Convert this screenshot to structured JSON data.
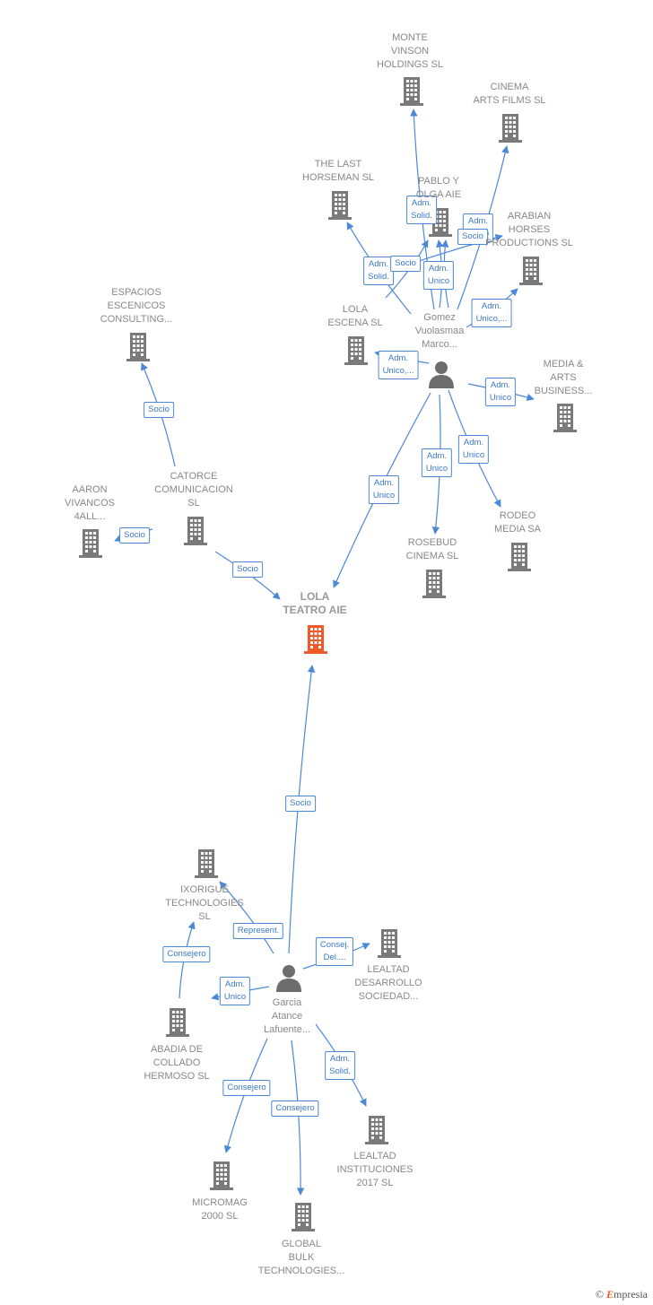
{
  "colors": {
    "edge": "#4a88d8",
    "building": "#7a7a7a",
    "main_building": "#f05a28",
    "person": "#6d6d6d",
    "label": "#888888"
  },
  "nodes": [
    {
      "id": "lola_teatro",
      "type": "company-main",
      "lines": [
        "LOLA",
        "TEATRO AIE"
      ]
    },
    {
      "id": "monte_vinson",
      "type": "company",
      "lines": [
        "MONTE",
        "VINSON",
        "HOLDINGS SL"
      ]
    },
    {
      "id": "cinema_arts",
      "type": "company",
      "lines": [
        "CINEMA",
        "ARTS FILMS SL"
      ]
    },
    {
      "id": "the_last_horseman",
      "type": "company",
      "lines": [
        "THE LAST",
        "HORSEMAN SL"
      ]
    },
    {
      "id": "pablo_olga",
      "type": "company",
      "lines": [
        "PABLO Y",
        "OLGA AIE"
      ]
    },
    {
      "id": "arabian_horses",
      "type": "company",
      "lines": [
        "ARABIAN",
        "HORSES",
        "PRODUCTIONS SL"
      ]
    },
    {
      "id": "espacios",
      "type": "company",
      "lines": [
        "ESPACIOS",
        "ESCENICOS",
        "CONSULTING..."
      ]
    },
    {
      "id": "lola_escena",
      "type": "company",
      "lines": [
        "LOLA",
        "ESCENA  SL"
      ]
    },
    {
      "id": "gomez",
      "type": "person",
      "lines": [
        "Gomez",
        "Vuolasmaa",
        "Marco..."
      ]
    },
    {
      "id": "media_arts",
      "type": "company",
      "lines": [
        "MEDIA &",
        "ARTS",
        "BUSINESS..."
      ]
    },
    {
      "id": "catorce",
      "type": "company",
      "lines": [
        "CATORCE",
        "COMUNICACION",
        "SL"
      ]
    },
    {
      "id": "aaron",
      "type": "company",
      "lines": [
        "AARON",
        "VIVANCOS",
        "4ALL..."
      ]
    },
    {
      "id": "rodeo",
      "type": "company",
      "lines": [
        "RODEO",
        "MEDIA SA"
      ]
    },
    {
      "id": "rosebud",
      "type": "company",
      "lines": [
        "ROSEBUD",
        "CINEMA  SL"
      ]
    },
    {
      "id": "ixorigue",
      "type": "company",
      "lines": [
        "IXORIGUE",
        "TECHNOLOGIES",
        "SL"
      ]
    },
    {
      "id": "lealtad_desarrollo",
      "type": "company",
      "lines": [
        "LEALTAD",
        "DESARROLLO",
        "SOCIEDAD..."
      ]
    },
    {
      "id": "garcia",
      "type": "person",
      "lines": [
        "Garcia",
        "Atance",
        "Lafuente..."
      ]
    },
    {
      "id": "abadia",
      "type": "company",
      "lines": [
        "ABADIA DE",
        "COLLADO",
        "HERMOSO SL"
      ]
    },
    {
      "id": "lealtad_inst",
      "type": "company",
      "lines": [
        "LEALTAD",
        "INSTITUCIONES",
        "2017  SL"
      ]
    },
    {
      "id": "micromag",
      "type": "company",
      "lines": [
        "MICROMAG",
        "2000 SL"
      ]
    },
    {
      "id": "global_bulk",
      "type": "company",
      "lines": [
        "GLOBAL",
        "BULK",
        "TECHNOLOGIES..."
      ]
    }
  ],
  "edges": [
    {
      "from": "gomez",
      "to": "monte_vinson",
      "label": [
        "Adm.",
        "Solid."
      ]
    },
    {
      "from": "gomez",
      "to": "cinema_arts",
      "label": [
        "Adm.",
        "Unico"
      ]
    },
    {
      "from": "gomez",
      "to": "the_last_horseman",
      "label": [
        "Adm.",
        "Solid."
      ]
    },
    {
      "from": "gomez",
      "to": "pablo_olga",
      "label": [
        "Adm.",
        "Unico"
      ]
    },
    {
      "from": "gomez",
      "to": "pablo_olga",
      "label": [
        "Socio"
      ]
    },
    {
      "from": "gomez",
      "to": "arabian_horses",
      "label": [
        "Adm.",
        "Unico,..."
      ]
    },
    {
      "from": "gomez",
      "to": "lola_escena",
      "label": [
        "Adm.",
        "Unico,..."
      ]
    },
    {
      "from": "gomez",
      "to": "media_arts",
      "label": [
        "Adm.",
        "Unico"
      ]
    },
    {
      "from": "gomez",
      "to": "rodeo",
      "label": [
        "Adm.",
        "Unico"
      ]
    },
    {
      "from": "gomez",
      "to": "rosebud",
      "label": [
        "Adm.",
        "Unico"
      ]
    },
    {
      "from": "gomez",
      "to": "lola_teatro",
      "label": [
        "Adm.",
        "Unico"
      ]
    },
    {
      "from": "lola_escena",
      "to": "pablo_olga",
      "label": [
        "Socio"
      ]
    },
    {
      "from": "lola_escena",
      "to": "cinema_arts",
      "label": [
        "Socio"
      ]
    },
    {
      "from": "catorce",
      "to": "espacios",
      "label": [
        "Socio"
      ]
    },
    {
      "from": "catorce",
      "to": "aaron",
      "label": [
        "Socio"
      ]
    },
    {
      "from": "catorce",
      "to": "lola_teatro",
      "label": [
        "Socio"
      ]
    },
    {
      "from": "garcia",
      "to": "lola_teatro",
      "label": [
        "Socio"
      ]
    },
    {
      "from": "garcia",
      "to": "ixorigue",
      "label": [
        "Represent."
      ]
    },
    {
      "from": "abadia",
      "to": "ixorigue",
      "label": [
        "Consejero"
      ]
    },
    {
      "from": "garcia",
      "to": "lealtad_desarrollo",
      "label": [
        "Consej.",
        "Del...."
      ]
    },
    {
      "from": "garcia",
      "to": "abadia",
      "label": [
        "Adm.",
        "Unico"
      ]
    },
    {
      "from": "garcia",
      "to": "lealtad_inst",
      "label": [
        "Adm.",
        "Solid."
      ]
    },
    {
      "from": "garcia",
      "to": "micromag",
      "label": [
        "Consejero"
      ]
    },
    {
      "from": "garcia",
      "to": "global_bulk",
      "label": [
        "Consejero"
      ]
    }
  ],
  "brand": {
    "symbol": "©",
    "initial": "E",
    "rest": "mpresia"
  }
}
